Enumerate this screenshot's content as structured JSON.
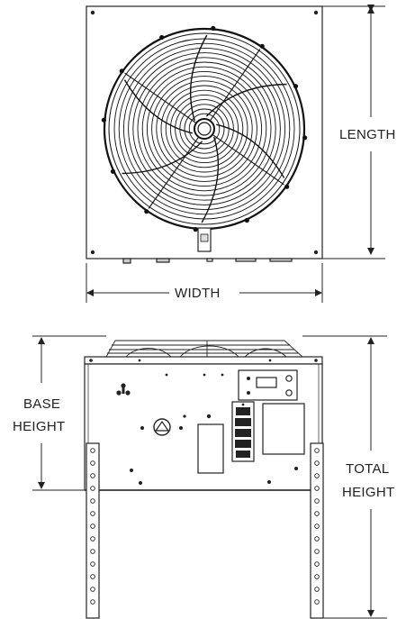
{
  "labels": {
    "length": "LENGTH",
    "width": "WIDTH",
    "base_height_line1": "BASE",
    "base_height_line2": "HEIGHT",
    "total_height_line1": "TOTAL",
    "total_height_line2": "HEIGHT"
  },
  "colors": {
    "line": "#222222",
    "fan_guard": "#111111",
    "background": "#ffffff"
  },
  "icons": {
    "warning": "electrical-hazard-icon",
    "lifting": "lifting-point-icon"
  }
}
